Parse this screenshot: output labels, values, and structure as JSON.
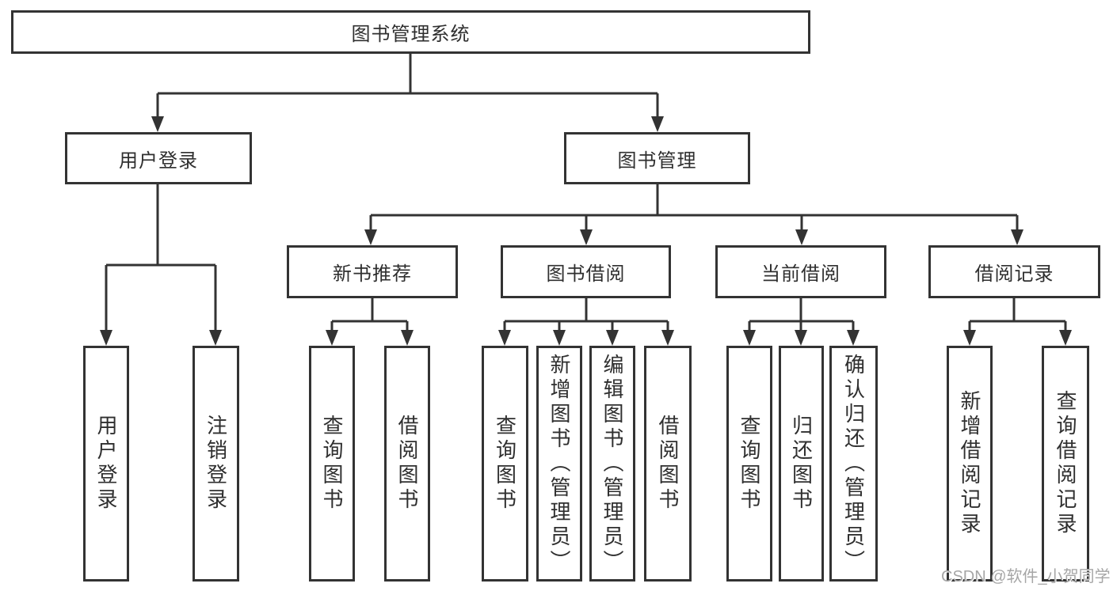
{
  "diagram": {
    "type": "tree",
    "root": {
      "label": "图书管理系统",
      "children": [
        {
          "label": "用户登录",
          "children": [
            {
              "label": "用户登录"
            },
            {
              "label": "注销登录"
            }
          ]
        },
        {
          "label": "图书管理",
          "children": [
            {
              "label": "新书推荐",
              "children": [
                {
                  "label": "查询图书"
                },
                {
                  "label": "借阅图书"
                }
              ]
            },
            {
              "label": "图书借阅",
              "children": [
                {
                  "label": "查询图书"
                },
                {
                  "label": "新增图书（管理员）"
                },
                {
                  "label": "编辑图书（管理员）"
                },
                {
                  "label": "借阅图书"
                }
              ]
            },
            {
              "label": "当前借阅",
              "children": [
                {
                  "label": "查询图书"
                },
                {
                  "label": "归还图书"
                },
                {
                  "label": "确认归还（管理员）"
                }
              ]
            },
            {
              "label": "借阅记录",
              "children": [
                {
                  "label": "新增借阅记录"
                },
                {
                  "label": "查询借阅记录"
                }
              ]
            }
          ]
        }
      ]
    }
  },
  "watermark": {
    "text": "CSDN @软件_小贺同学"
  },
  "colors": {
    "line": "#333333",
    "box_border": "#333333",
    "text": "#2f2f2f",
    "watermark": "#a6a6a6",
    "background": "#ffffff"
  }
}
